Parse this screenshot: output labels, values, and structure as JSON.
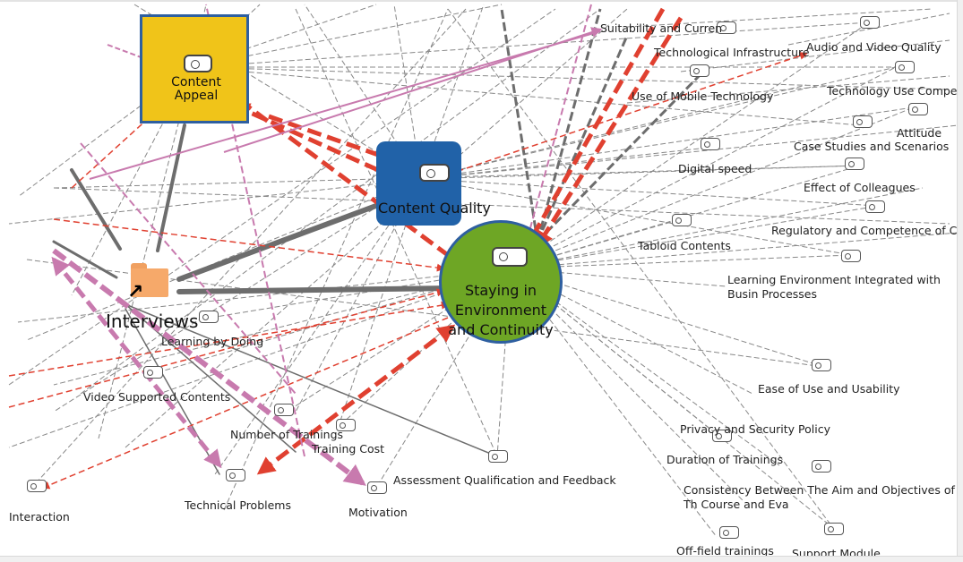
{
  "colors": {
    "appeal_fill": "#f0c419",
    "quality_fill": "#2162a8",
    "staying_fill": "#6ea625",
    "node_border": "#2e5fa0",
    "folder_fill": "#f6a96a",
    "red_arrow": "#e04030",
    "pink_arrow": "#c87aae",
    "gray_edge": "#777777"
  },
  "icons": {
    "code": "code-icon",
    "folder": "folder-shortcut-icon"
  },
  "hubs": {
    "content_appeal": "Content Appeal",
    "content_quality": "Content Quality",
    "staying": "Staying in Environment and Continuity",
    "interviews": "Interviews"
  },
  "codes": {
    "suitability": "Suitability and Curren",
    "technological_infrastructure": "Technological Infrastructure",
    "audio_video": "Audio and Video Quality",
    "technology_use": "Technology Use Compet",
    "mobile": "Use of Mobile Technology",
    "attitude": "Attitude",
    "case_studies": "Case Studies and Scenarios",
    "digital_speed": "Digital speed",
    "colleagues": "Effect of Colleagues",
    "regulatory": "Regulatory and Competence of Cor",
    "tabloid": "Tabloid Contents",
    "learning_env": "Learning Environment Integrated with Busin Processes",
    "learning_doing": "Learning by Doing",
    "video_supported": "Video Supported Contents",
    "ease_of_use": "Ease of Use and Usability",
    "privacy": "Privacy and Security Policy",
    "duration": "Duration of Trainings",
    "consistency": "Consistency Between The Aim and Objectives of Th Course and Eva",
    "off_field": "Off-field trainings",
    "support_module": "Support Module",
    "number_trainings": "Number of Trainings",
    "training_cost": "Training Cost",
    "assessment": "Assessment Qualification and Feedback",
    "technical_problems": "Technical Problems",
    "motivation": "Motivation",
    "interaction": "Interaction"
  }
}
